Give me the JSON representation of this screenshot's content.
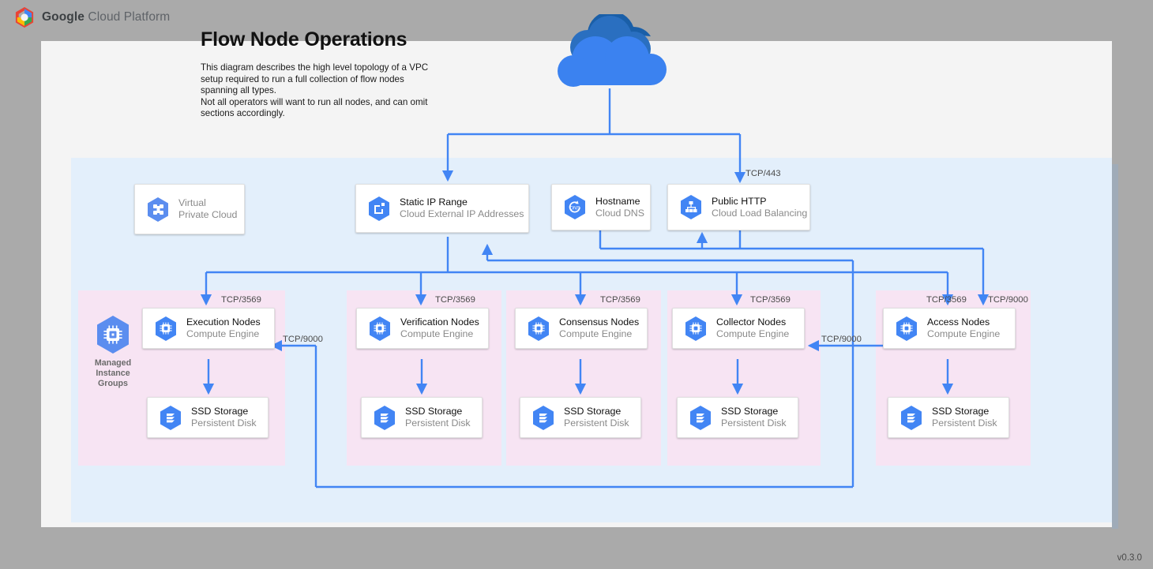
{
  "header": {
    "brand_bold": "Google",
    "brand_rest": " Cloud Platform",
    "logo_icon": "gcp-hexagon-logo"
  },
  "title": "Flow Node Operations",
  "subtitle": "This diagram describes the high level topology of a VPC setup required to run a full collection of flow nodes spanning all types.\nNot all operators will want to run all nodes, and can omit sections accordingly.",
  "version": "v0.3.0",
  "colors": {
    "page_background": "#aaaaaa",
    "canvas": "#f4f4f4",
    "vpc_region": "#e3effb",
    "node_group_tint": "#f7e4f3",
    "connector": "#4285f4",
    "icon_blue": "#4285f4",
    "title_text": "#111111",
    "subtitle_text": "#8a8a8a"
  },
  "cloud": {
    "icon": "cloud-icon"
  },
  "top_row": [
    {
      "id": "virtual-private-cloud",
      "title": "Virtual",
      "subtitle": "Private Cloud",
      "icon": "vpc-icon",
      "muted_title": true,
      "stacked": false
    },
    {
      "id": "static-ip-range",
      "title": "Static IP Range",
      "subtitle": "Cloud External IP Addresses",
      "icon": "external-ip-icon",
      "muted_title": false,
      "stacked": true
    },
    {
      "id": "hostname",
      "title": "Hostname",
      "subtitle": "Cloud DNS",
      "icon": "cloud-dns-icon",
      "muted_title": false,
      "stacked": false
    },
    {
      "id": "public-http",
      "title": "Public HTTP",
      "subtitle": "Cloud Load Balancing",
      "icon": "load-balancing-icon",
      "muted_title": false,
      "stacked": false
    }
  ],
  "managed_instance_groups": {
    "label": "Managed\nInstance\nGroups",
    "icon": "managed-instance-groups-icon"
  },
  "node_groups": [
    {
      "id": "execution",
      "compute": {
        "title": "Execution Nodes",
        "subtitle": "Compute Engine",
        "icon": "compute-engine-icon"
      },
      "storage": {
        "title": "SSD Storage",
        "subtitle": "Persistent Disk",
        "icon": "persistent-disk-icon"
      },
      "ingress_port": "TCP/3569"
    },
    {
      "id": "verification",
      "compute": {
        "title": "Verification Nodes",
        "subtitle": "Compute Engine",
        "icon": "compute-engine-icon"
      },
      "storage": {
        "title": "SSD Storage",
        "subtitle": "Persistent Disk",
        "icon": "persistent-disk-icon"
      },
      "ingress_port": "TCP/3569"
    },
    {
      "id": "consensus",
      "compute": {
        "title": "Consensus Nodes",
        "subtitle": "Compute Engine",
        "icon": "compute-engine-icon"
      },
      "storage": {
        "title": "SSD Storage",
        "subtitle": "Persistent Disk",
        "icon": "persistent-disk-icon"
      },
      "ingress_port": "TCP/3569"
    },
    {
      "id": "collector",
      "compute": {
        "title": "Collector Nodes",
        "subtitle": "Compute Engine",
        "icon": "compute-engine-icon"
      },
      "storage": {
        "title": "SSD Storage",
        "subtitle": "Persistent Disk",
        "icon": "persistent-disk-icon"
      },
      "ingress_port": "TCP/3569"
    },
    {
      "id": "access",
      "compute": {
        "title": "Access Nodes",
        "subtitle": "Compute Engine",
        "icon": "compute-engine-icon"
      },
      "storage": {
        "title": "SSD Storage",
        "subtitle": "Persistent Disk",
        "icon": "persistent-disk-icon"
      },
      "ingress_port": "TCP/3569"
    }
  ],
  "connection_labels": {
    "cloud_to_lb": "TCP/443",
    "lb_to_access": "TCP/9000",
    "access_to_collector": "TCP/9000",
    "access_to_execution": "TCP/9000"
  }
}
